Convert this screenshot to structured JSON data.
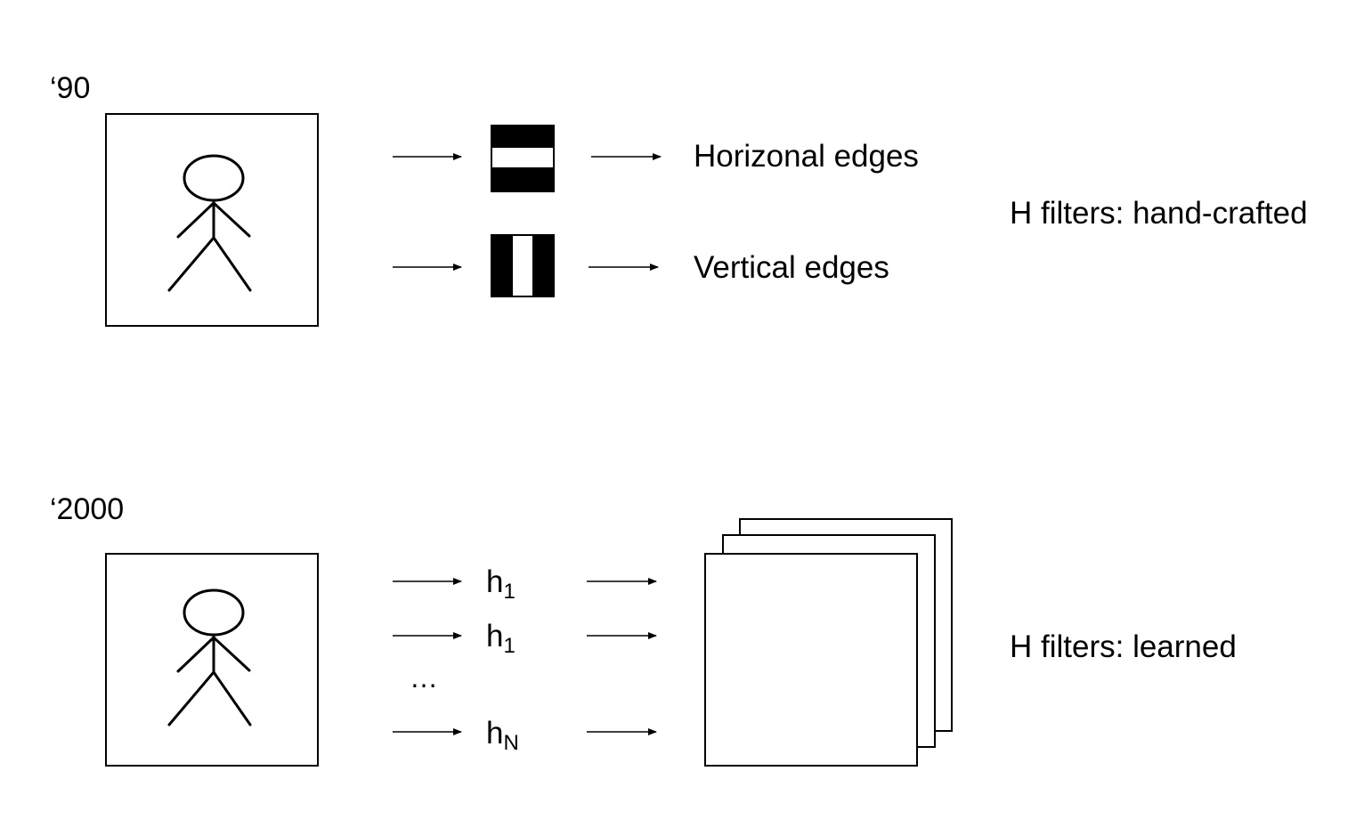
{
  "rows": [
    {
      "era_label": "‘90",
      "filter_outputs": [
        {
          "label": "Horizonal edges",
          "filter_icon": "horizontal-edge-filter-icon"
        },
        {
          "label": "Vertical edges",
          "filter_icon": "vertical-edge-filter-icon"
        }
      ],
      "summary": "H filters: hand-crafted"
    },
    {
      "era_label": "‘2000",
      "filters": [
        {
          "base": "h",
          "subscript": "1"
        },
        {
          "base": "h",
          "subscript": "1"
        },
        {
          "base": "h",
          "subscript": "N"
        }
      ],
      "ellipsis": "…",
      "summary": "H filters: learned"
    }
  ],
  "icons": {
    "input_image": "stick-figure-icon",
    "feature_maps": "stacked-feature-maps-icon"
  },
  "colors": {
    "stroke": "#000000",
    "background": "#ffffff"
  }
}
